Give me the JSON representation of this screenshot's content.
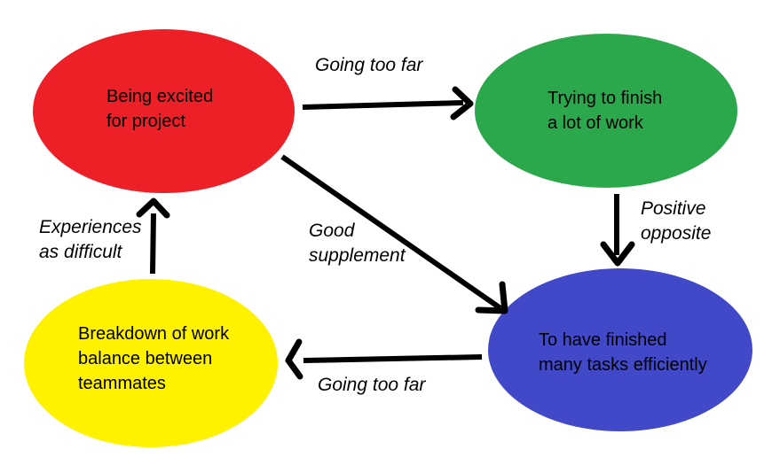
{
  "diagram": {
    "background_color": "#FFFFFF",
    "arrow_color": "#000000",
    "text_color": "#000000",
    "nodes": [
      {
        "id": "excited",
        "shape": "ellipse",
        "color": "#ED1F27",
        "label": "Being excited\nfor project"
      },
      {
        "id": "trying",
        "shape": "ellipse",
        "color": "#2BA84C",
        "label": "Trying to finish\na lot of work"
      },
      {
        "id": "breakdown",
        "shape": "ellipse",
        "color": "#FFF200",
        "label": "Breakdown of work\nbalance between\nteammates"
      },
      {
        "id": "finished",
        "shape": "ellipse",
        "color": "#4149C8",
        "label": "To have finished\nmany tasks efficiently"
      }
    ],
    "edges": [
      {
        "from": "excited",
        "to": "trying",
        "direction": "right",
        "label": "Going too far"
      },
      {
        "from": "trying",
        "to": "finished",
        "direction": "down",
        "label": "Positive\nopposite"
      },
      {
        "from": "excited",
        "to": "finished",
        "direction": "diagonal-down-right",
        "label": "Good\nsupplement"
      },
      {
        "from": "finished",
        "to": "breakdown",
        "direction": "left",
        "label": "Going too far"
      },
      {
        "from": "breakdown",
        "to": "excited",
        "direction": "up",
        "label": "Experiences\nas difficult"
      }
    ]
  }
}
